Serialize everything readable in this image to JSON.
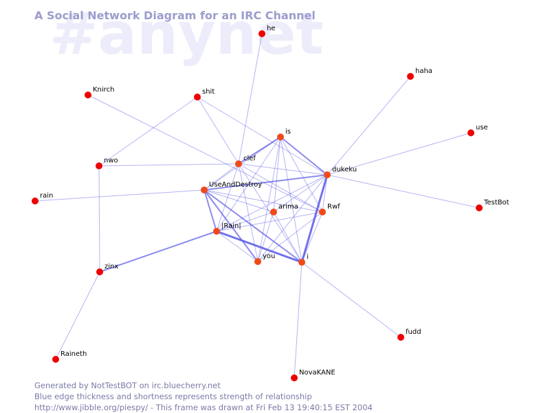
{
  "watermark": "#anynet",
  "title": "A Social Network Diagram for an IRC Channel",
  "footer": {
    "line1": "Generated by NotTestBOT on irc.bluecherry.net",
    "line2": "Blue edge thickness and shortness represents strength of relationship",
    "line3": "http://www.jibble.org/piespy/ - This frame was drawn at Fri Feb 13 19:40:15 EST 2004"
  },
  "colors": {
    "node": "#ee0000",
    "node_hub": "#f04a1a",
    "edge": "#5858e8",
    "title": "#9c9ccc",
    "watermark": "#ececfa"
  },
  "nodes": [
    {
      "id": "he",
      "label": "he"
    },
    {
      "id": "haha",
      "label": "haha"
    },
    {
      "id": "knirch",
      "label": "Knirch"
    },
    {
      "id": "shit",
      "label": "shit"
    },
    {
      "id": "is",
      "label": "is"
    },
    {
      "id": "use",
      "label": "use"
    },
    {
      "id": "clef",
      "label": "clef"
    },
    {
      "id": "nwo",
      "label": "nwo"
    },
    {
      "id": "dukeku",
      "label": "dukeku"
    },
    {
      "id": "useanddestroy",
      "label": "UseAndDestroy"
    },
    {
      "id": "rain",
      "label": "rain"
    },
    {
      "id": "testbot",
      "label": "TestBot"
    },
    {
      "id": "arima",
      "label": "arima"
    },
    {
      "id": "rwf",
      "label": "Rwf"
    },
    {
      "id": "irain",
      "label": "|Rain|"
    },
    {
      "id": "you",
      "label": "you"
    },
    {
      "id": "i",
      "label": "i"
    },
    {
      "id": "zinx",
      "label": "zinx"
    },
    {
      "id": "fudd",
      "label": "fudd"
    },
    {
      "id": "raineth",
      "label": "Raineth"
    },
    {
      "id": "novakane",
      "label": "NovaKANE"
    }
  ],
  "edges": [
    {
      "a": "he",
      "b": "clef",
      "w": 1
    },
    {
      "a": "haha",
      "b": "dukeku",
      "w": 1
    },
    {
      "a": "knirch",
      "b": "rwf",
      "w": 1
    },
    {
      "a": "shit",
      "b": "clef",
      "w": 1
    },
    {
      "a": "shit",
      "b": "nwo",
      "w": 1
    },
    {
      "a": "shit",
      "b": "dukeku",
      "w": 1
    },
    {
      "a": "use",
      "b": "dukeku",
      "w": 1
    },
    {
      "a": "testbot",
      "b": "dukeku",
      "w": 1
    },
    {
      "a": "nwo",
      "b": "clef",
      "w": 1
    },
    {
      "a": "nwo",
      "b": "zinx",
      "w": 1
    },
    {
      "a": "rain",
      "b": "useanddestroy",
      "w": 1
    },
    {
      "a": "zinx",
      "b": "irain",
      "w": 2
    },
    {
      "a": "zinx",
      "b": "raineth",
      "w": 1
    },
    {
      "a": "fudd",
      "b": "i",
      "w": 1
    },
    {
      "a": "novakane",
      "b": "i",
      "w": 1
    },
    {
      "a": "is",
      "b": "clef",
      "w": 2
    },
    {
      "a": "is",
      "b": "dukeku",
      "w": 2
    },
    {
      "a": "is",
      "b": "useanddestroy",
      "w": 1
    },
    {
      "a": "is",
      "b": "rwf",
      "w": 1
    },
    {
      "a": "is",
      "b": "irain",
      "w": 1
    },
    {
      "a": "is",
      "b": "you",
      "w": 1
    },
    {
      "a": "is",
      "b": "i",
      "w": 1
    },
    {
      "a": "is",
      "b": "arima",
      "w": 1
    },
    {
      "a": "clef",
      "b": "dukeku",
      "w": 1
    },
    {
      "a": "clef",
      "b": "useanddestroy",
      "w": 1
    },
    {
      "a": "clef",
      "b": "rwf",
      "w": 1
    },
    {
      "a": "clef",
      "b": "irain",
      "w": 1
    },
    {
      "a": "clef",
      "b": "you",
      "w": 1
    },
    {
      "a": "clef",
      "b": "i",
      "w": 1
    },
    {
      "a": "dukeku",
      "b": "useanddestroy",
      "w": 2
    },
    {
      "a": "dukeku",
      "b": "rwf",
      "w": 1
    },
    {
      "a": "dukeku",
      "b": "irain",
      "w": 1
    },
    {
      "a": "dukeku",
      "b": "you",
      "w": 1
    },
    {
      "a": "dukeku",
      "b": "i",
      "w": 3
    },
    {
      "a": "dukeku",
      "b": "arima",
      "w": 1
    },
    {
      "a": "useanddestroy",
      "b": "irain",
      "w": 2
    },
    {
      "a": "useanddestroy",
      "b": "you",
      "w": 2
    },
    {
      "a": "useanddestroy",
      "b": "i",
      "w": 2
    },
    {
      "a": "useanddestroy",
      "b": "rwf",
      "w": 1
    },
    {
      "a": "useanddestroy",
      "b": "arima",
      "w": 1
    },
    {
      "a": "irain",
      "b": "i",
      "w": 3
    },
    {
      "a": "irain",
      "b": "rwf",
      "w": 1
    },
    {
      "a": "irain",
      "b": "you",
      "w": 1
    },
    {
      "a": "irain",
      "b": "arima",
      "w": 1
    },
    {
      "a": "arima",
      "b": "you",
      "w": 1
    },
    {
      "a": "arima",
      "b": "i",
      "w": 1
    },
    {
      "a": "rwf",
      "b": "i",
      "w": 1
    },
    {
      "a": "rwf",
      "b": "you",
      "w": 1
    }
  ]
}
